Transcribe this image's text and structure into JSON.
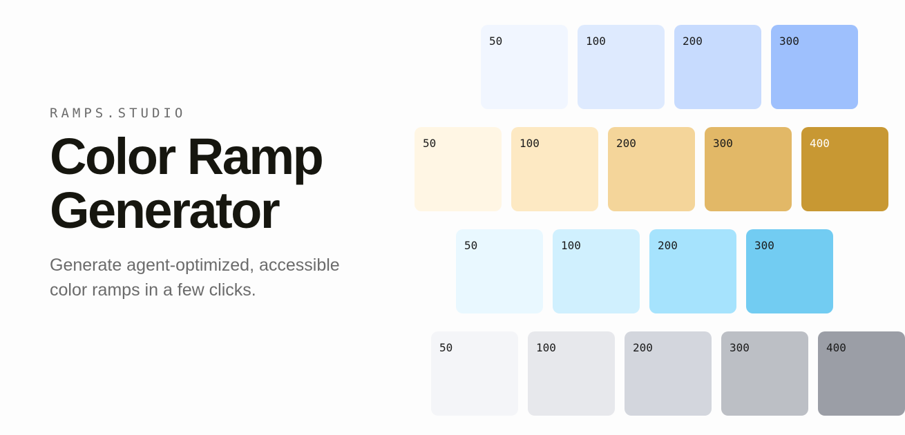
{
  "brand": "RAMPS.STUDIO",
  "title_line1": "Color Ramp",
  "title_line2": "Generator",
  "subtitle": "Generate agent-optimized, accessible color ramps in a few clicks.",
  "ramps": [
    {
      "name": "blue",
      "swatches": [
        {
          "label": "50",
          "color": "#f1f6ff",
          "text": "#1a1a1a"
        },
        {
          "label": "100",
          "color": "#deeafe",
          "text": "#1a1a1a"
        },
        {
          "label": "200",
          "color": "#c7dbfe",
          "text": "#1a1a1a"
        },
        {
          "label": "300",
          "color": "#9ec0fd",
          "text": "#1a1a1a"
        }
      ]
    },
    {
      "name": "amber",
      "swatches": [
        {
          "label": "50",
          "color": "#fff6e4",
          "text": "#1a1a1a"
        },
        {
          "label": "100",
          "color": "#fde9c3",
          "text": "#1a1a1a"
        },
        {
          "label": "200",
          "color": "#f4d59a",
          "text": "#1a1a1a"
        },
        {
          "label": "300",
          "color": "#e2b867",
          "text": "#1a1a1a"
        },
        {
          "label": "400",
          "color": "#c89833",
          "text": "#ffffff"
        }
      ]
    },
    {
      "name": "sky",
      "swatches": [
        {
          "label": "50",
          "color": "#e9f8ff",
          "text": "#1a1a1a"
        },
        {
          "label": "100",
          "color": "#d0f0fe",
          "text": "#1a1a1a"
        },
        {
          "label": "200",
          "color": "#a6e3fd",
          "text": "#1a1a1a"
        },
        {
          "label": "300",
          "color": "#72ccf2",
          "text": "#1a1a1a"
        }
      ]
    },
    {
      "name": "gray",
      "swatches": [
        {
          "label": "50",
          "color": "#f4f5f8",
          "text": "#1a1a1a"
        },
        {
          "label": "100",
          "color": "#e7e8ec",
          "text": "#1a1a1a"
        },
        {
          "label": "200",
          "color": "#d3d6dd",
          "text": "#1a1a1a"
        },
        {
          "label": "300",
          "color": "#bcbfc5",
          "text": "#1a1a1a"
        },
        {
          "label": "400",
          "color": "#9b9ea6",
          "text": "#1a1a1a"
        }
      ]
    }
  ]
}
